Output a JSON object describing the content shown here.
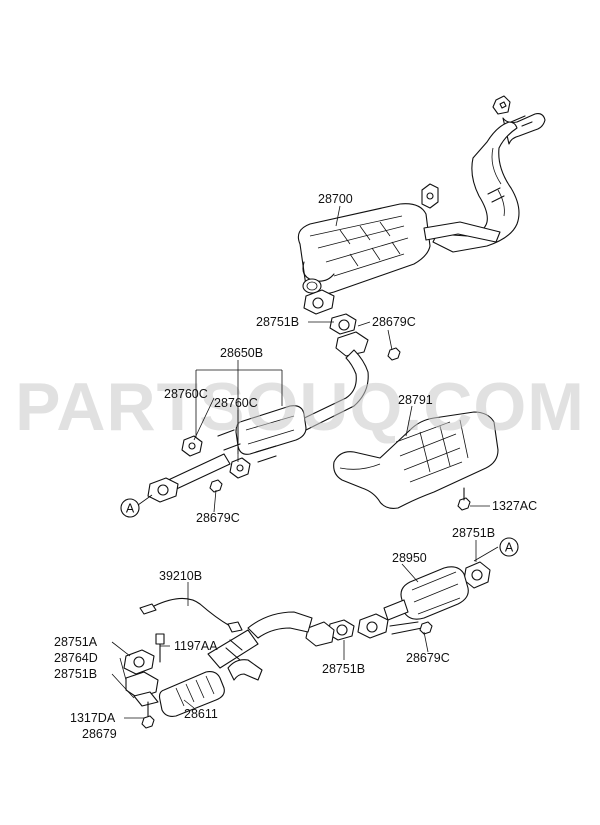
{
  "watermark": "PARTSOUQ.COM",
  "callouts": {
    "ref_a_upper": "A",
    "ref_a_lower": "A"
  },
  "labels": {
    "p28700": "28700",
    "p28751B_top": "28751B",
    "p28679C_top": "28679C",
    "p28650B": "28650B",
    "p28760C_a": "28760C",
    "p28760C_b": "28760C",
    "p28791": "28791",
    "p1327AC": "1327AC",
    "p28679C_mid": "28679C",
    "p39210B": "39210B",
    "p28751B_right": "28751B",
    "p28950": "28950",
    "p28751A": "28751A",
    "p28764D": "28764D",
    "p28751B_left": "28751B",
    "p1197AA": "1197AA",
    "p28751B_center": "28751B",
    "p28679C_low": "28679C",
    "p28611": "28611",
    "p1317DA": "1317DA",
    "p28679": "28679"
  }
}
